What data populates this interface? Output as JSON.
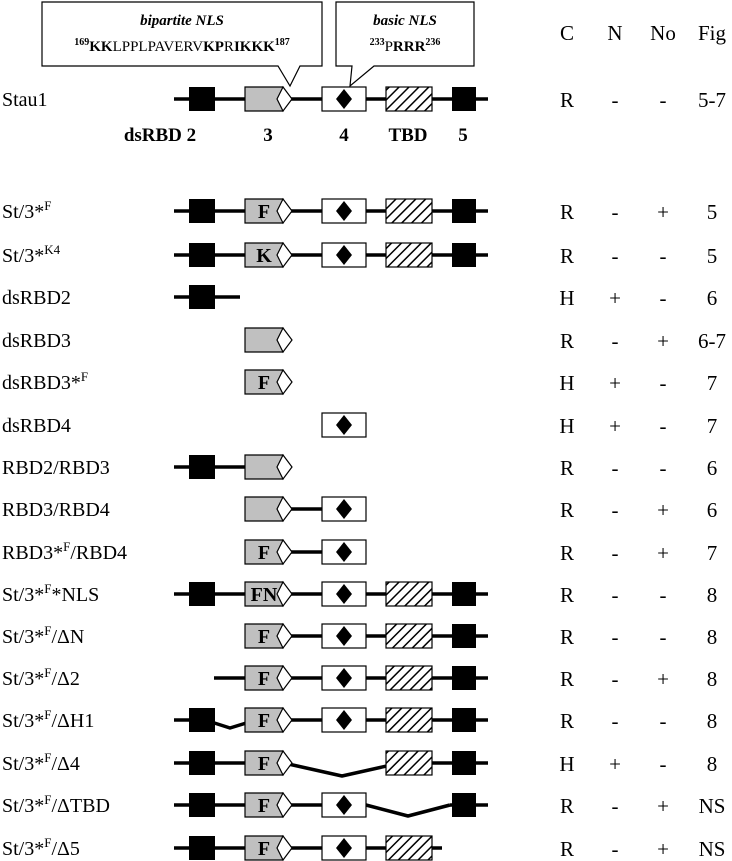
{
  "callouts": {
    "bipartite": {
      "title": "bipartite NLS",
      "seq_start": "169",
      "seq_parts": [
        {
          "text": "KK",
          "bold": true
        },
        {
          "text": "LPPLPAVERV",
          "bold": false
        },
        {
          "text": "KP",
          "bold": true
        },
        {
          "text": "R",
          "bold": false
        },
        {
          "text": "IKKK",
          "bold": true
        }
      ],
      "seq_end": "187"
    },
    "basic": {
      "title": "basic NLS",
      "seq_start": "233",
      "seq_parts": [
        {
          "text": "P",
          "bold": false
        },
        {
          "text": "RRR",
          "bold": true
        }
      ],
      "seq_end": "236"
    }
  },
  "column_headers": [
    "C",
    "N",
    "No",
    "Fig"
  ],
  "domain_labels": {
    "dsrbd": "dsRBD 2",
    "three": "3",
    "four": "4",
    "tbd": "TBD",
    "five": "5"
  },
  "legend_colors": {
    "dsrbd2_fill": "#000000",
    "dsrbd3_fill": "#c0c0c0",
    "dsrbd4_fill": "#ffffff",
    "tbd_pattern": "#000000",
    "dsrbd5_fill": "#000000"
  },
  "constructs": [
    {
      "name": "Stau1",
      "sup": "",
      "suffix": "",
      "C": "R",
      "N": "-",
      "No": "-",
      "Fig": "5-7",
      "d2": "std",
      "d3": "plain",
      "d4": true,
      "tbd": true,
      "d5": true,
      "conn": "full"
    },
    {
      "name": "St/3*",
      "sup": "F",
      "suffix": "",
      "C": "R",
      "N": "-",
      "No": "+",
      "Fig": "5",
      "d2": "std",
      "d3": "F",
      "d4": true,
      "tbd": true,
      "d5": true,
      "conn": "full"
    },
    {
      "name": "St/3*",
      "sup": "K4",
      "suffix": "",
      "C": "R",
      "N": "-",
      "No": "-",
      "Fig": "5",
      "d2": "std",
      "d3": "K",
      "d4": true,
      "tbd": true,
      "d5": true,
      "conn": "full"
    },
    {
      "name": "dsRBD2",
      "sup": "",
      "suffix": "",
      "C": "H",
      "N": "+",
      "No": "-",
      "Fig": "6",
      "d2": "only",
      "d3": null,
      "d4": false,
      "tbd": false,
      "d5": false,
      "conn": "d2only"
    },
    {
      "name": "dsRBD3",
      "sup": "",
      "suffix": "",
      "C": "R",
      "N": "-",
      "No": "+",
      "Fig": "6-7",
      "d2": null,
      "d3": "plain",
      "d4": false,
      "tbd": false,
      "d5": false,
      "conn": "none"
    },
    {
      "name": "dsRBD3*",
      "sup": "F",
      "suffix": "",
      "C": "H",
      "N": "+",
      "No": "-",
      "Fig": "7",
      "d2": null,
      "d3": "F",
      "d4": false,
      "tbd": false,
      "d5": false,
      "conn": "none"
    },
    {
      "name": "dsRBD4",
      "sup": "",
      "suffix": "",
      "C": "H",
      "N": "+",
      "No": "-",
      "Fig": "7",
      "d2": null,
      "d3": null,
      "d4": true,
      "tbd": false,
      "d5": false,
      "conn": "none"
    },
    {
      "name": "RBD2/RBD3",
      "sup": "",
      "suffix": "",
      "C": "R",
      "N": "-",
      "No": "-",
      "Fig": "6",
      "d2": "std",
      "d3": "plain",
      "d4": false,
      "tbd": false,
      "d5": false,
      "conn": "d2d3"
    },
    {
      "name": "RBD3/RBD4",
      "sup": "",
      "suffix": "",
      "C": "R",
      "N": "-",
      "No": "+",
      "Fig": "6",
      "d2": null,
      "d3": "plain",
      "d4": true,
      "tbd": false,
      "d5": false,
      "conn": "d3d4"
    },
    {
      "name": "RBD3*",
      "sup": "F",
      "suffix": "/RBD4",
      "C": "R",
      "N": "-",
      "No": "+",
      "Fig": "7",
      "d2": null,
      "d3": "F",
      "d4": true,
      "tbd": false,
      "d5": false,
      "conn": "d3d4"
    },
    {
      "name": "St/3*",
      "sup": "F",
      "suffix": "*NLS",
      "C": "R",
      "N": "-",
      "No": "-",
      "Fig": "8",
      "d2": "std",
      "d3": "FN",
      "d4": true,
      "tbd": true,
      "d5": true,
      "conn": "full"
    },
    {
      "name": "St/3*",
      "sup": "F",
      "suffix": "/ΔN",
      "C": "R",
      "N": "-",
      "No": "-",
      "Fig": "8",
      "d2": null,
      "d3": "F",
      "d4": true,
      "tbd": true,
      "d5": true,
      "conn": "fromD3"
    },
    {
      "name": "St/3*",
      "sup": "F",
      "suffix": "/Δ2",
      "C": "R",
      "N": "-",
      "No": "+",
      "Fig": "8",
      "d2": null,
      "d3": "F",
      "d4": true,
      "tbd": true,
      "d5": true,
      "conn": "delta2"
    },
    {
      "name": "St/3*",
      "sup": "F",
      "suffix": "/ΔH1",
      "C": "R",
      "N": "-",
      "No": "-",
      "Fig": "8",
      "d2": "std",
      "d3": "F",
      "d4": true,
      "tbd": true,
      "d5": true,
      "conn": "deltaH1"
    },
    {
      "name": "St/3*",
      "sup": "F",
      "suffix": "/Δ4",
      "C": "H",
      "N": "+",
      "No": "-",
      "Fig": "8",
      "d2": "std",
      "d3": "F",
      "d4": false,
      "tbd": true,
      "d5": true,
      "conn": "delta4"
    },
    {
      "name": "St/3*",
      "sup": "F",
      "suffix": "/ΔTBD",
      "C": "R",
      "N": "-",
      "No": "+",
      "Fig": "NS",
      "d2": "std",
      "d3": "F",
      "d4": true,
      "tbd": false,
      "d5": true,
      "conn": "deltaTBD"
    },
    {
      "name": "St/3*",
      "sup": "F",
      "suffix": "/Δ5",
      "C": "R",
      "N": "-",
      "No": "+",
      "Fig": "NS",
      "d2": "std",
      "d3": "F",
      "d4": true,
      "tbd": true,
      "d5": false,
      "conn": "delta5"
    }
  ]
}
